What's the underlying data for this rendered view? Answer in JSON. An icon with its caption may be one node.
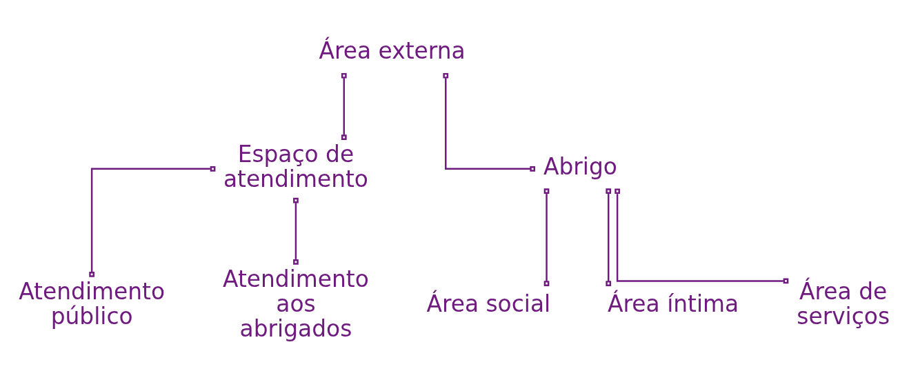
{
  "diagram": {
    "nodes": [
      {
        "text": [
          "Área externa"
        ]
      },
      {
        "text": [
          "Espaço de atendimento"
        ]
      },
      {
        "text": [
          "Abrigo"
        ]
      },
      {
        "text": [
          "Atendimento público"
        ]
      },
      {
        "text": [
          "Atendimento aos abrigados"
        ]
      },
      {
        "text": [
          "Área social"
        ]
      },
      {
        "text": [
          "Área íntima"
        ]
      },
      {
        "text": [
          "Área de serviços"
        ]
      }
    ],
    "edges": [
      {
        "from": 0,
        "to": 1,
        "arrow": "other"
      },
      {
        "from": 0,
        "to": 2,
        "arrow": "other"
      },
      {
        "from": 1,
        "to": 3,
        "arrow": "other"
      },
      {
        "from": 1,
        "to": 4,
        "arrow": "other"
      },
      {
        "from": 2,
        "to": 5,
        "arrow": "other"
      },
      {
        "from": 2,
        "to": 6,
        "arrow": "other"
      },
      {
        "from": 2,
        "to": 7,
        "arrow": "other"
      }
    ]
  }
}
